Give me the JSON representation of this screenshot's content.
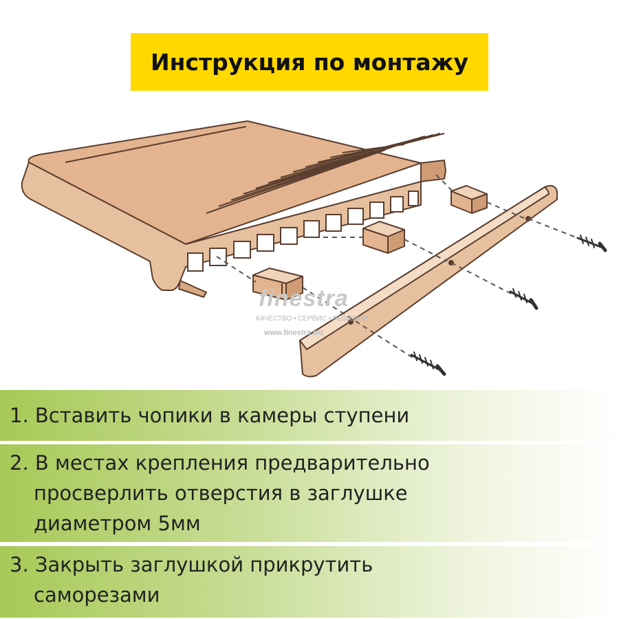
{
  "title": "Инструкция по монтажу",
  "watermark": {
    "logo": "finestra",
    "tagline": "КАЧЕСТВО • СЕРВИС • РЕШЕНИЯ",
    "url": "www.finestra.biz"
  },
  "steps": [
    {
      "lines": [
        "1. Вставить чопики в камеры ступени"
      ]
    },
    {
      "lines": [
        "2. В местах крепления предварительно",
        "просверлить отверстия в заглушке",
        "диаметром 5мм"
      ]
    },
    {
      "lines": [
        "3. Закрыть заглушкой прикрутить",
        "саморезами"
      ]
    }
  ],
  "colors": {
    "title_background": "#ffd800",
    "board": "#e3b48f",
    "board_edge": "#5a3e2e",
    "plug": "#e3b48f",
    "step_gradient_start": "#a7c957"
  }
}
